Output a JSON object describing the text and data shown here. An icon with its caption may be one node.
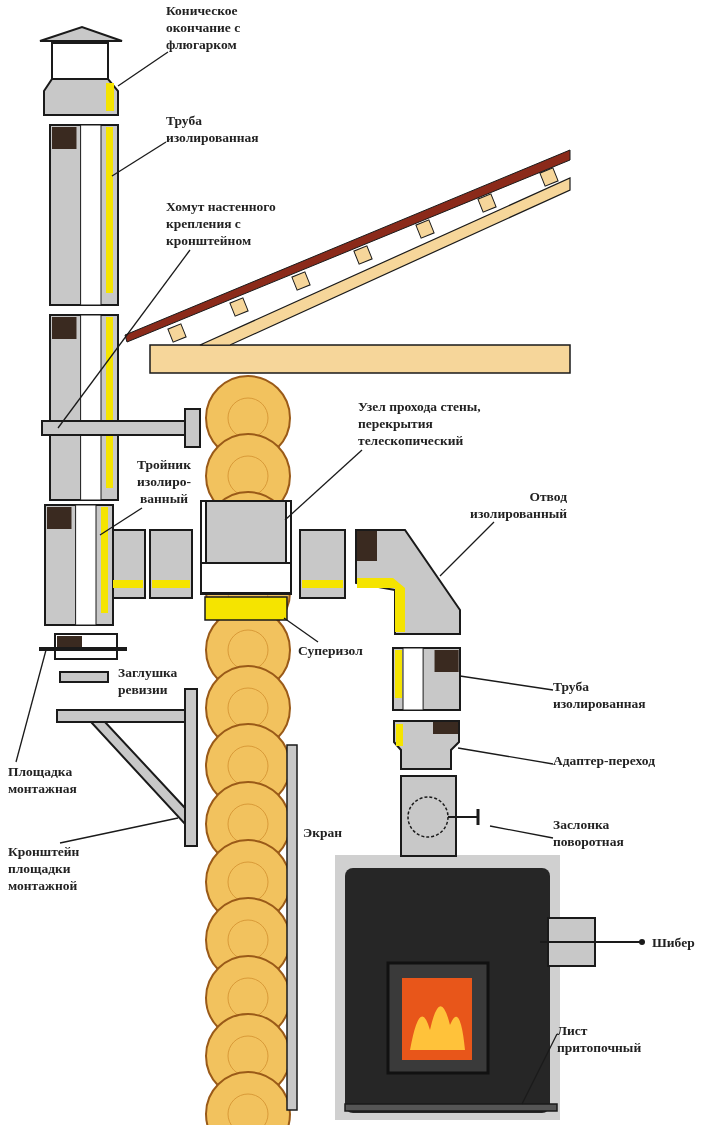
{
  "diagram": {
    "nodes": [
      {
        "text": [
          "Коническое окончание с флюгарком"
        ]
      },
      {
        "text": [],
        "shape": "picture"
      },
      {
        "text": [
          "Труба изолированная"
        ]
      },
      {
        "text": [],
        "shape": "picture"
      },
      {
        "text": [
          "Хомут настенного крепления с кронштейном"
        ]
      },
      {
        "text": [],
        "shape": "picture"
      },
      {
        "text": [
          "Тройник изолиро-ванный"
        ]
      },
      {
        "text": [],
        "shape": "picture"
      },
      {
        "text": [
          "Узел прохода стены, перекрытия телескопический"
        ]
      },
      {
        "text": [],
        "shape": "box"
      },
      {
        "text": [
          "Отвод изолированный"
        ]
      },
      {
        "text": [],
        "shape": "picture"
      },
      {
        "text": [
          "Суперизол"
        ]
      },
      {
        "text": [],
        "shape": "bar"
      },
      {
        "text": [
          "Труба изолированная"
        ]
      },
      {
        "text": [],
        "shape": "picture"
      },
      {
        "text": [
          "Адаптер-переход"
        ]
      },
      {
        "text": [],
        "shape": "picture"
      },
      {
        "text": [
          "Заслонка поворотная"
        ]
      },
      {
        "text": [],
        "shape": "picture"
      },
      {
        "text": [
          "Площадка монтажная"
        ]
      },
      {
        "text": [],
        "shape": "picture"
      },
      {
        "text": [
          "Кронштейн площадки монтажной"
        ]
      },
      {
        "text": [],
        "shape": "picture"
      },
      {
        "text": [
          "Лист притопочный"
        ]
      },
      {
        "text": [],
        "shape": "bar"
      }
    ],
    "edges": [
      {
        "from": 0,
        "to": 1,
        "arrow": "none"
      },
      {
        "from": 2,
        "to": 3,
        "arrow": "none"
      },
      {
        "from": 4,
        "to": 5,
        "arrow": "none"
      },
      {
        "from": 6,
        "to": 7,
        "arrow": "none"
      },
      {
        "from": 8,
        "to": 9,
        "arrow": "none"
      },
      {
        "from": 10,
        "to": 11,
        "arrow": "none"
      },
      {
        "from": 12,
        "to": 13,
        "arrow": "none"
      },
      {
        "from": 14,
        "to": 15,
        "arrow": "none"
      },
      {
        "from": 16,
        "to": 17,
        "arrow": "none"
      },
      {
        "from": 18,
        "to": 19,
        "arrow": "none"
      },
      {
        "from": 20,
        "to": 21,
        "arrow": "none"
      },
      {
        "from": 22,
        "to": 23,
        "arrow": "none"
      },
      {
        "from": 24,
        "to": 25,
        "arrow": "none"
      }
    ],
    "labels": [
      "Заглушка ревизии",
      "Экран",
      "Шибер"
    ]
  }
}
